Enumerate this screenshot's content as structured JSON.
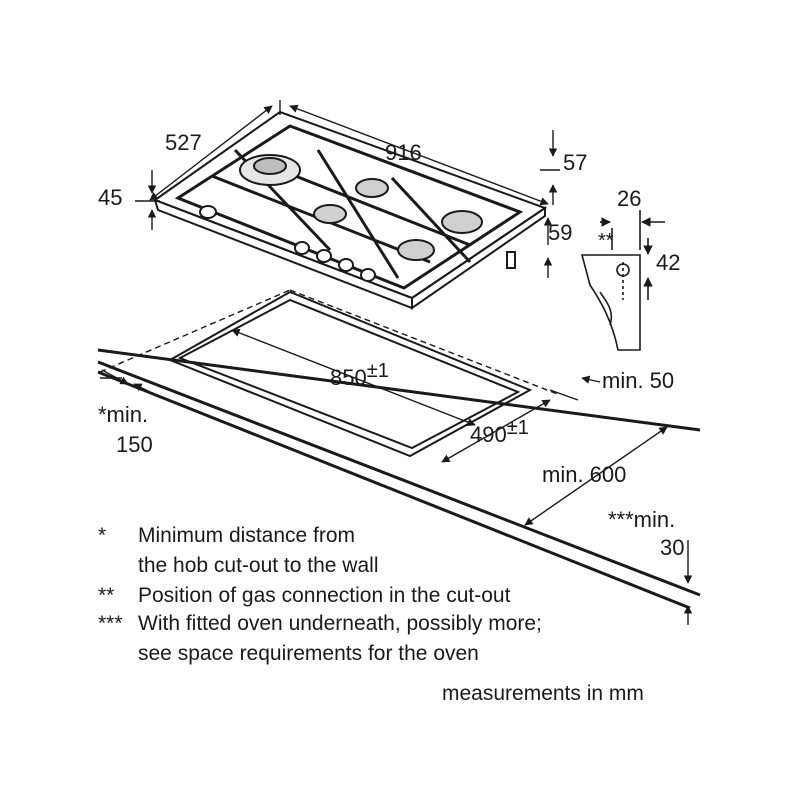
{
  "dimensions": {
    "hob_depth": "527",
    "hob_width": "916",
    "hob_height_top": "57",
    "hob_height_left": "45",
    "hob_height_right": "59",
    "detail_width": "26",
    "detail_height": "42",
    "detail_mark": "**",
    "cutout_width_value": "850",
    "cutout_width_tol": "±1",
    "cutout_depth_value": "490",
    "cutout_depth_tol": "±1",
    "min_back": "min. 50",
    "min_wall_line1": "*min.",
    "min_wall_line2": "150",
    "min_depth": "min. 600",
    "min_oven_line1": "***min.",
    "min_oven_line2": "30"
  },
  "legend": [
    {
      "mark": "*",
      "line1": "Minimum distance from",
      "line2": "the hob cut-out to the wall"
    },
    {
      "mark": "**",
      "line1": "Position of gas connection in the cut-out",
      "line2": ""
    },
    {
      "mark": "***",
      "line1": "With fitted oven underneath, possibly more;",
      "line2": "see space requirements for the oven"
    }
  ],
  "units_note": "measurements in mm"
}
